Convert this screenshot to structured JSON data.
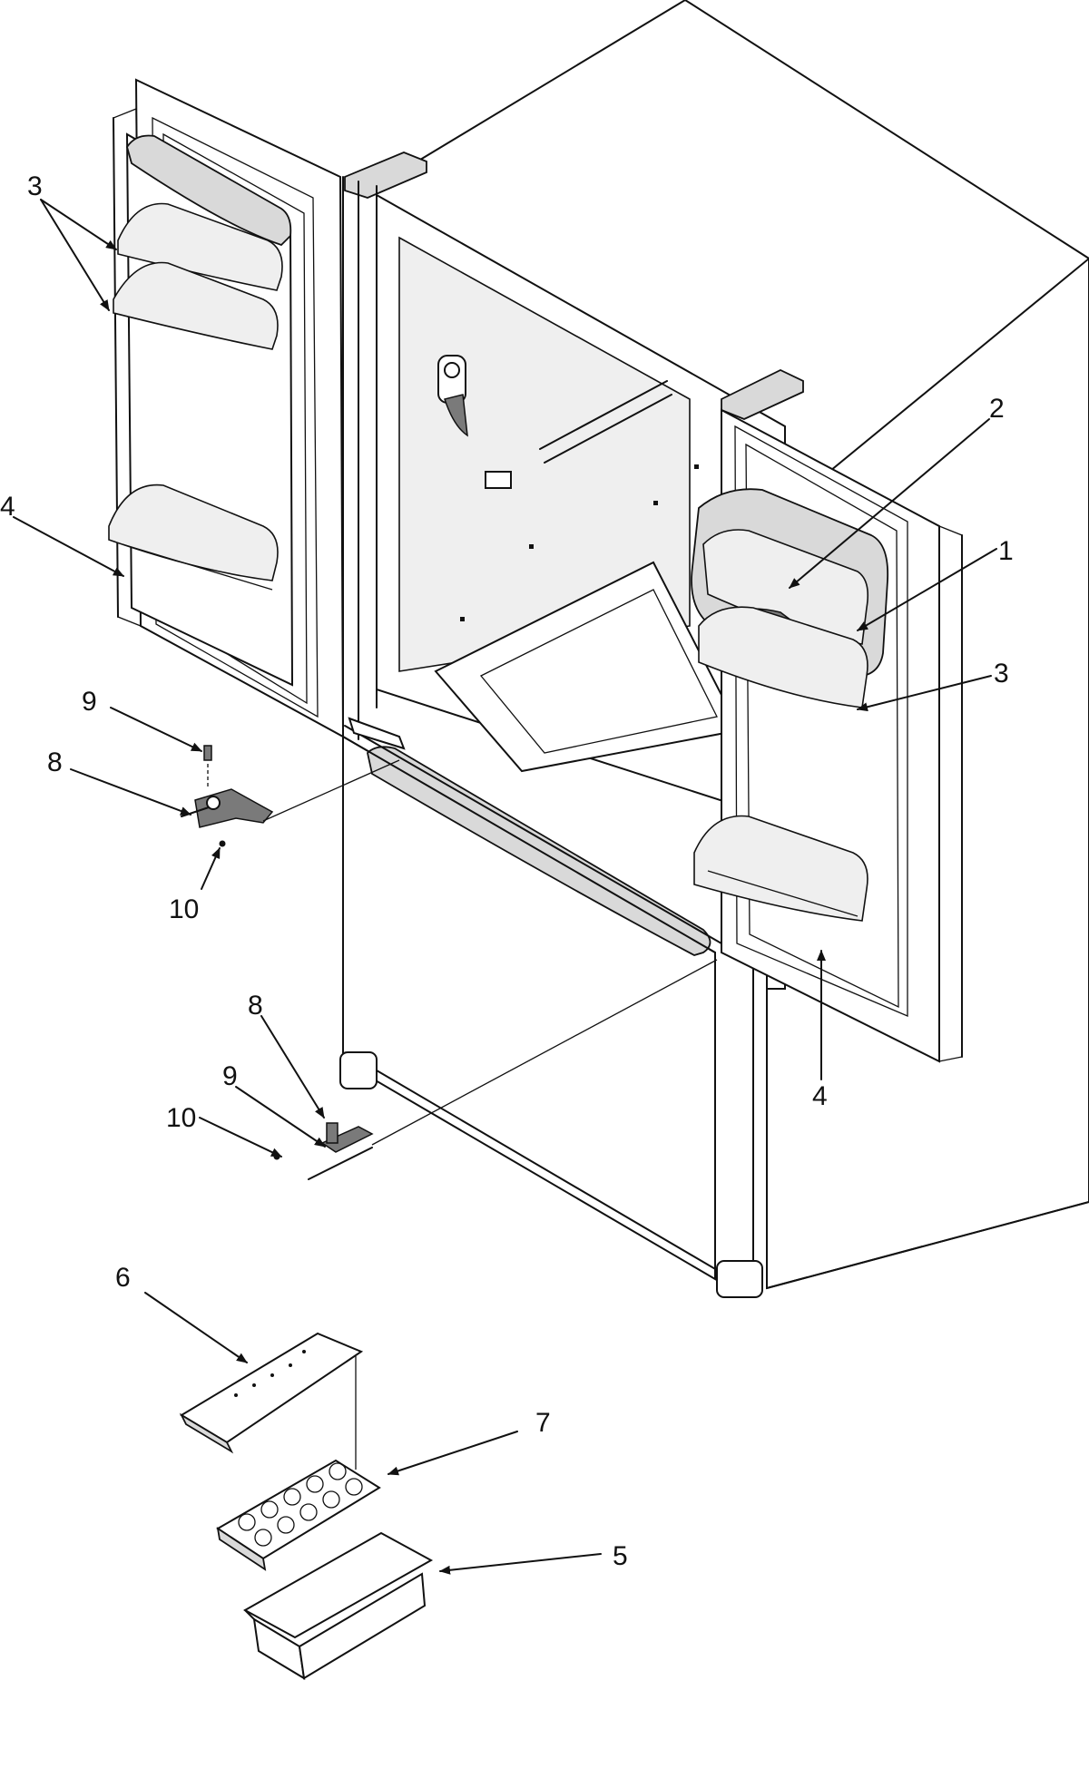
{
  "callouts": {
    "c3_left": "3",
    "c4_left": "4",
    "c9_upper": "9",
    "c8_upper": "8",
    "c10_upper": "10",
    "c2": "2",
    "c1": "1",
    "c3_right": "3",
    "c4_right": "4",
    "c8_lower": "8",
    "c9_lower": "9",
    "c10_lower": "10",
    "c6": "6",
    "c7": "7",
    "c5": "5"
  },
  "icons": [
    "refrigerator-diagram",
    "arrow-icon"
  ]
}
